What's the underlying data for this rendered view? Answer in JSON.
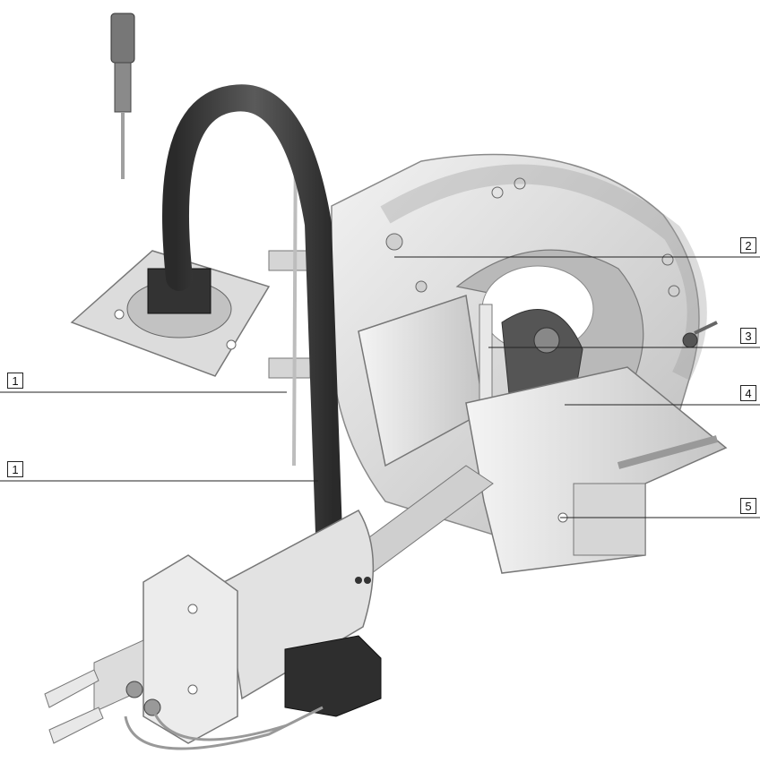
{
  "callouts": {
    "left_upper": "1",
    "left_lower": "1",
    "right_2": "2",
    "right_3": "3",
    "right_4": "4",
    "right_5": "5"
  },
  "colors": {
    "metal_light": "#e6e6e6",
    "metal_mid": "#cfcfcf",
    "metal_dark": "#9a9a9a",
    "cable": "#3a3a3a",
    "line": "#222222"
  }
}
